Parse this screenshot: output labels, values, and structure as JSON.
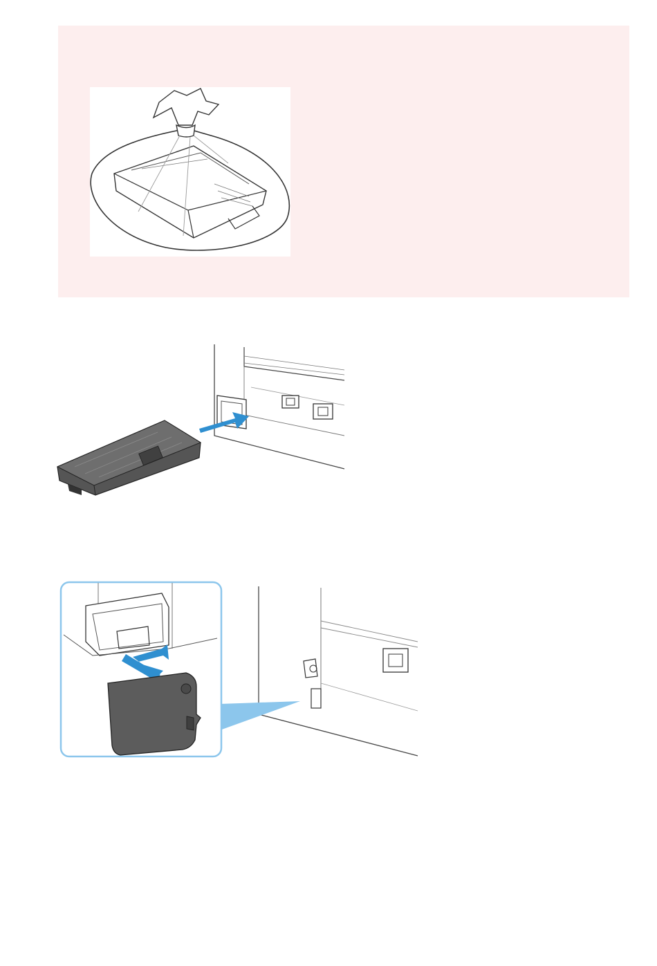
{
  "page": {
    "background": "#ffffff",
    "note_background": "#fdeeee",
    "accent_blue": "#2f8fd0",
    "callout_border": "#8cc6ec"
  },
  "figures": [
    {
      "name": "bagged-maintenance-cartridge"
    },
    {
      "name": "insert-maintenance-cartridge"
    },
    {
      "name": "attach-maintenance-cover"
    }
  ]
}
